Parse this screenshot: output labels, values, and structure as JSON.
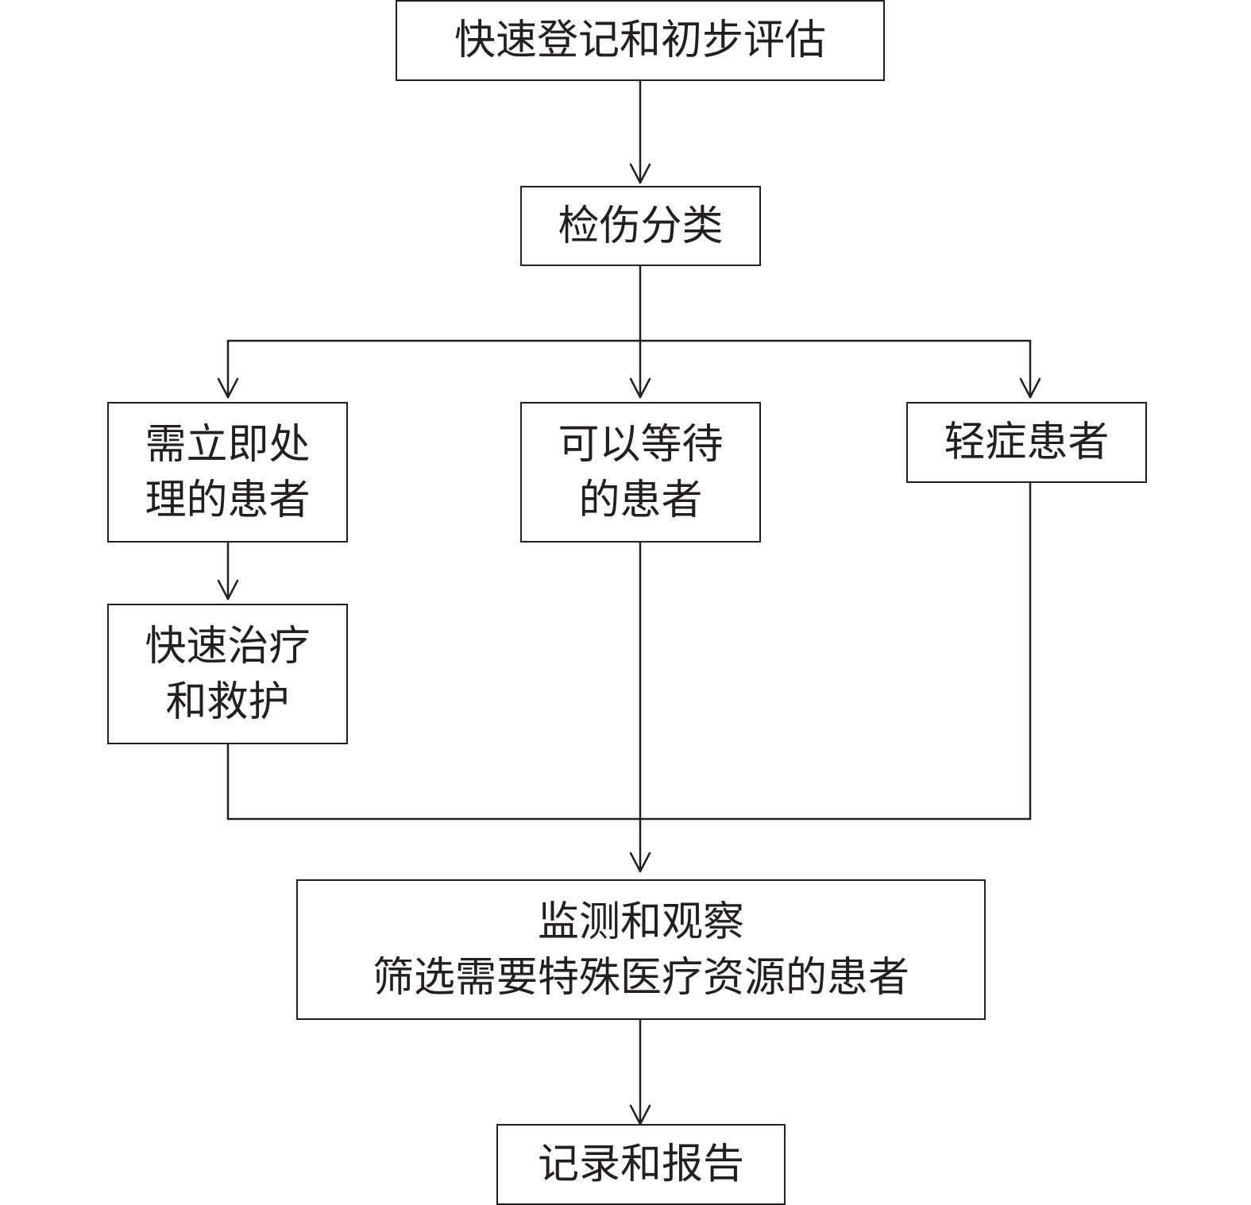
{
  "diagram": {
    "line_color": "#231f20",
    "nodes": {
      "register": {
        "lines": [
          "快速登记和初步评估"
        ]
      },
      "triage": {
        "lines": [
          "检伤分类"
        ]
      },
      "immediate": {
        "lines": [
          "需立即处",
          "理的患者"
        ]
      },
      "wait": {
        "lines": [
          "可以等待",
          "的患者"
        ]
      },
      "minor": {
        "lines": [
          "轻症患者"
        ]
      },
      "treat": {
        "lines": [
          "快速治疗",
          "和救护"
        ]
      },
      "monitor": {
        "lines": [
          "监测和观察",
          "筛选需要特殊医疗资源的患者"
        ]
      },
      "report": {
        "lines": [
          "记录和报告"
        ]
      }
    },
    "edges": [
      {
        "from": "register",
        "to": "triage"
      },
      {
        "from": "triage",
        "to": "immediate"
      },
      {
        "from": "triage",
        "to": "wait"
      },
      {
        "from": "triage",
        "to": "minor"
      },
      {
        "from": "immediate",
        "to": "treat"
      },
      {
        "from": "treat",
        "to": "monitor"
      },
      {
        "from": "wait",
        "to": "monitor"
      },
      {
        "from": "minor",
        "to": "monitor"
      },
      {
        "from": "monitor",
        "to": "report"
      }
    ]
  }
}
